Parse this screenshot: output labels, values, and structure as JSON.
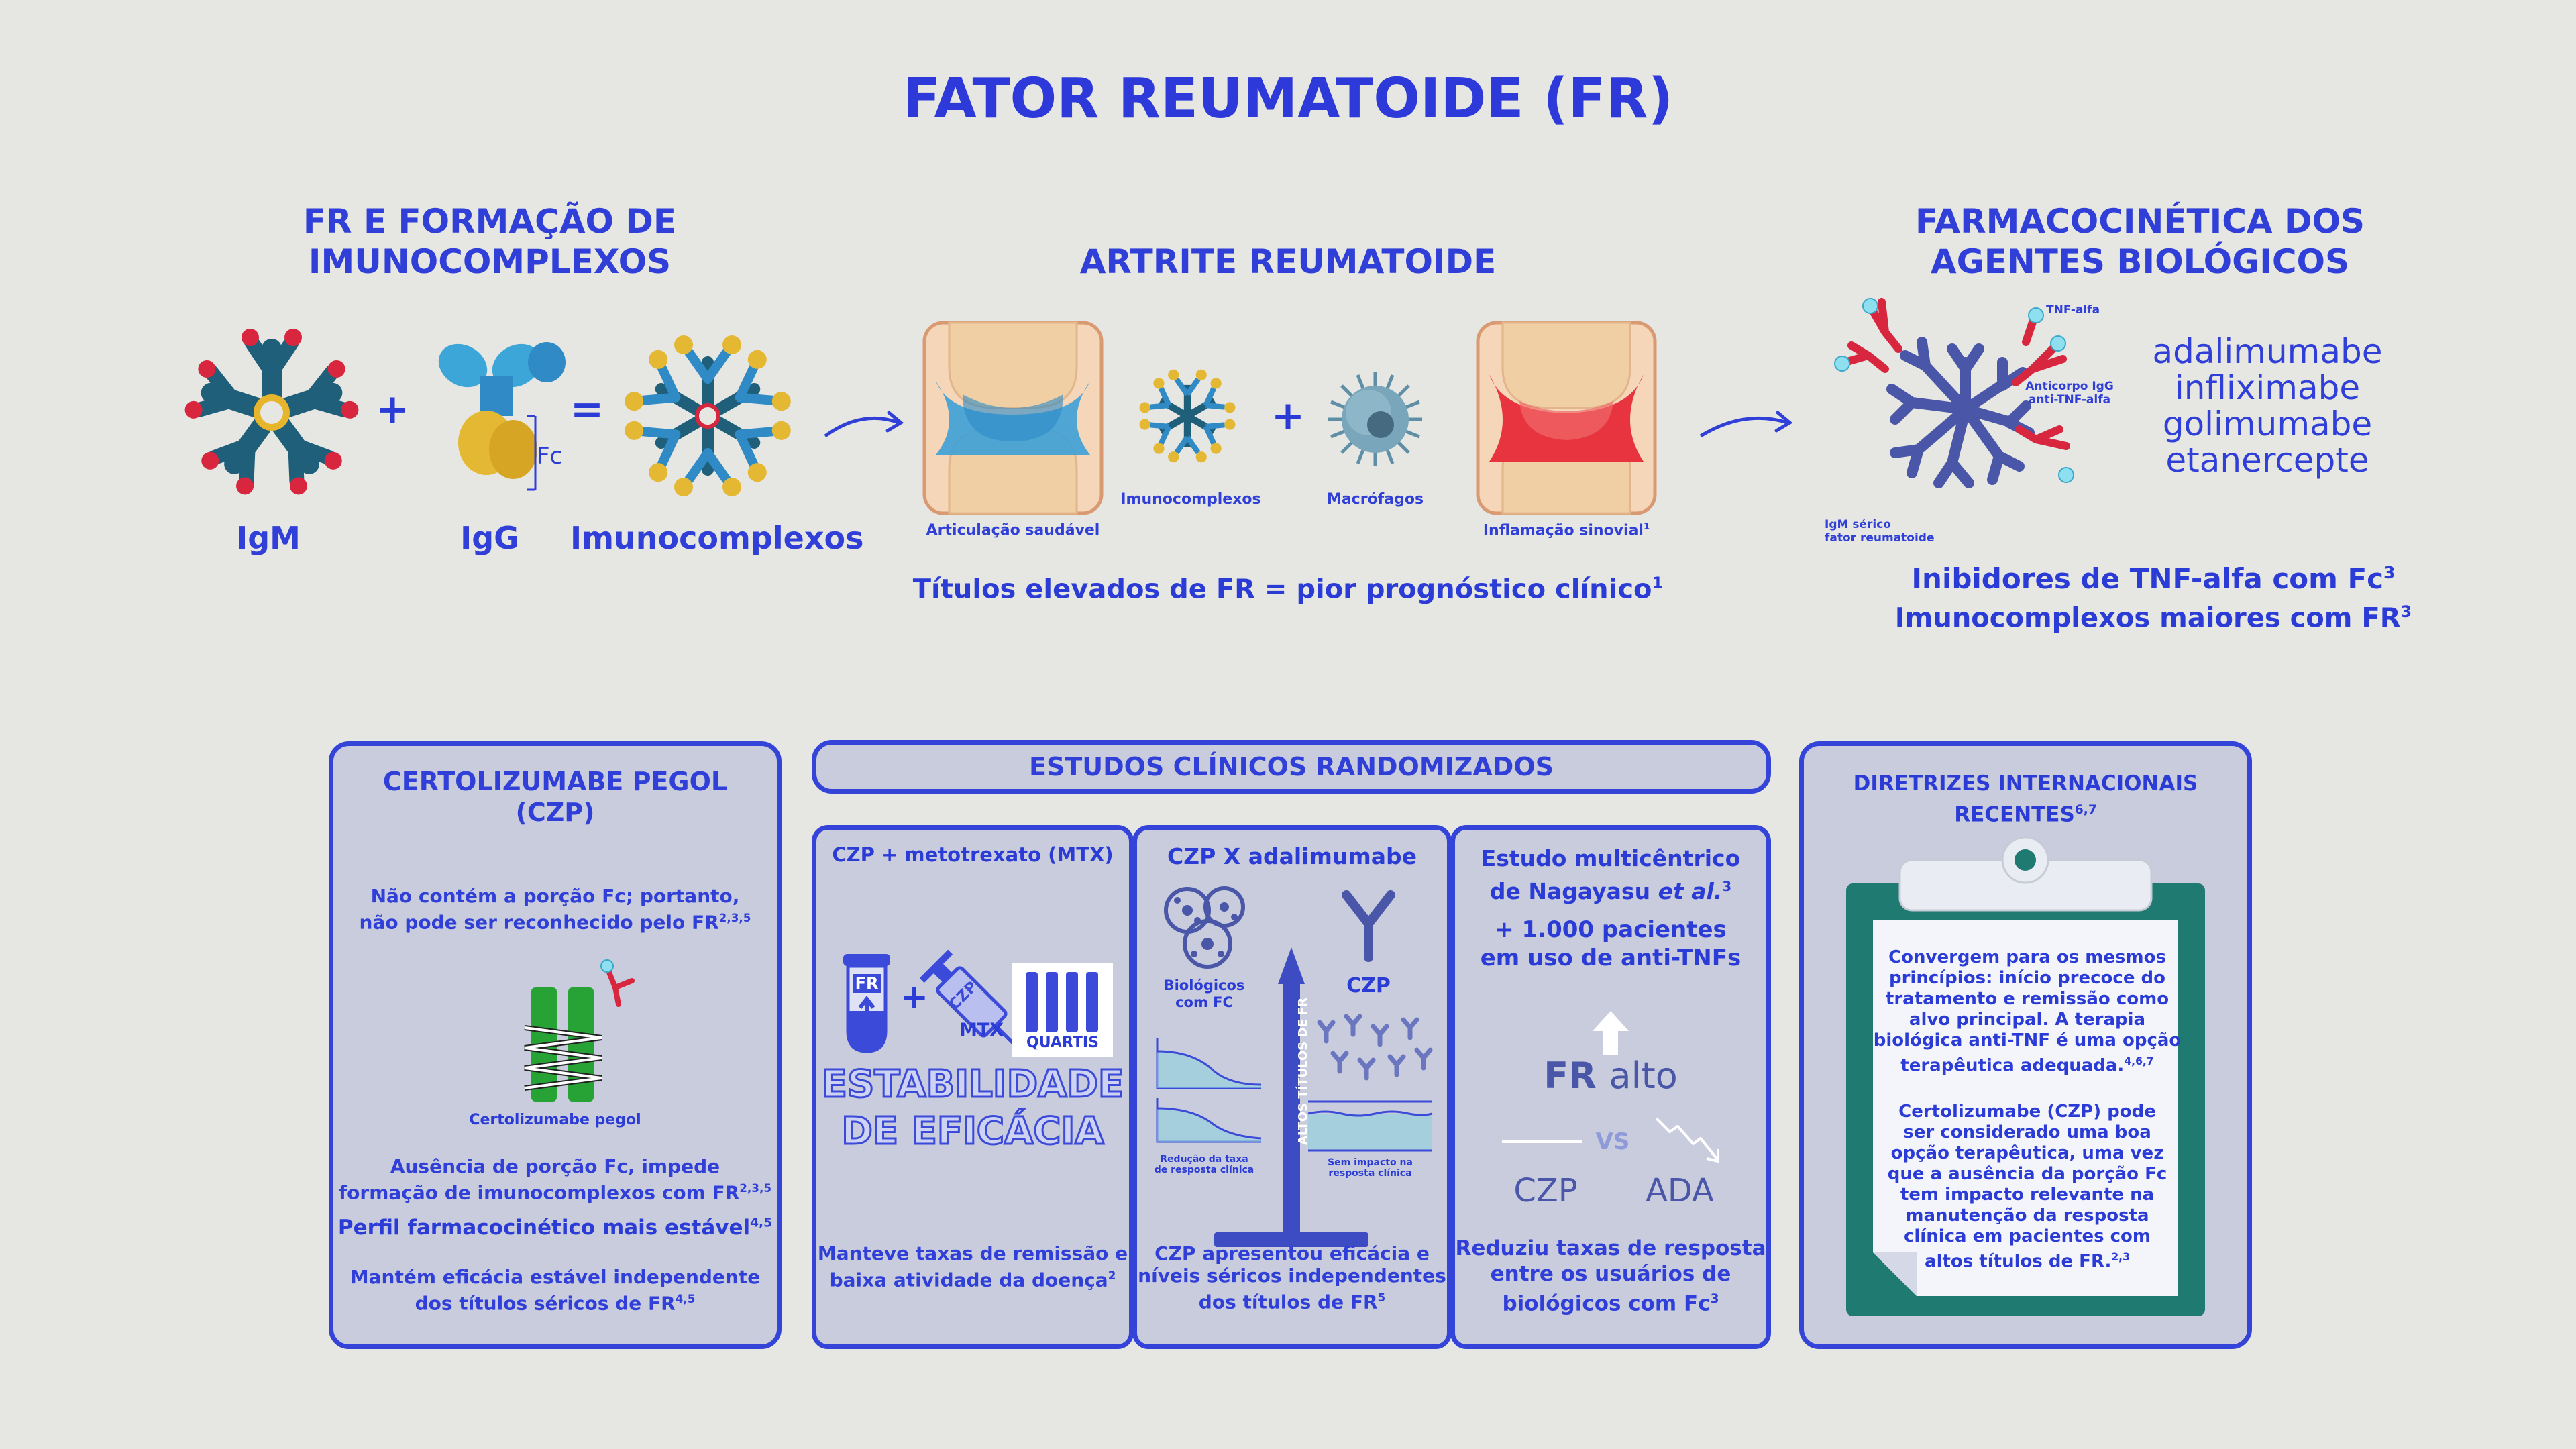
{
  "title": "FATOR REUMATOIDE (FR)",
  "colors": {
    "primary": "#2f3fd8",
    "panel_bg": "#c9ccdc",
    "background": "#e6e6e2",
    "clipboard": "#1f7a72",
    "inflammation": "#e8343f",
    "healthy": "#3da0d6"
  },
  "top": {
    "left": {
      "title_line1": "FR E FORMAÇÃO DE",
      "title_line2": "IMUNOCOMPLEXOS",
      "labels": {
        "igm": "IgM",
        "igg": "IgG",
        "immunocomplexes": "Imunocomplexos",
        "fc": "Fc"
      },
      "operators": {
        "plus": "+",
        "equals": "="
      }
    },
    "middle": {
      "title": "ARTRITE REUMATOIDE",
      "labels": {
        "healthy_joint": "Articulação saudável",
        "immunocomplexes": "Imunocomplexos",
        "macrophages": "Macrófagos",
        "inflammation": "Inflamação sinovial",
        "inflammation_ref": "1"
      },
      "plus": "+",
      "statement": "Títulos elevados de FR = pior prognóstico clínico",
      "statement_ref": "1"
    },
    "right": {
      "title_line1": "FARMACOCINÉTICA DOS",
      "title_line2": "AGENTES BIOLÓGICOS",
      "labels": {
        "tnf": "TNF-alfa",
        "antibody_line1": "Anticorpo IgG",
        "antibody_line2": "anti-TNF-alfa",
        "igm_line1": "IgM sérico",
        "igm_line2": "fator reumatoide"
      },
      "drugs": [
        "adalimumabe",
        "infliximabe",
        "golimumabe",
        "etanercepte"
      ],
      "statement1": "Inibidores de TNF-alfa com Fc",
      "statement1_ref": "3",
      "statement2": "Imunocomplexos maiores com FR",
      "statement2_ref": "3"
    }
  },
  "czp_panel": {
    "title_line1": "CERTOLIZUMABE PEGOL",
    "title_line2": "(CZP)",
    "text1_line1": "Não contém a porção Fc; portanto,",
    "text1_line2": "não pode ser reconhecido pelo FR",
    "text1_ref": "2,3,5",
    "molecule_label": "Certolizumabe pegol",
    "text2_line1": "Ausência de porção Fc, impede",
    "text2_line2": "formação de imunocomplexos com FR",
    "text2_ref": "2,3,5",
    "text3": "Perfil farmacocinético mais estável",
    "text3_ref": "4,5",
    "text4_line1": "Mantém eficácia estável independente",
    "text4_line2": "dos títulos séricos de FR",
    "text4_ref": "4,5"
  },
  "studies": {
    "header": "ESTUDOS CLÍNICOS RANDOMIZADOS",
    "study1": {
      "title": "CZP + metotrexato (MTX)",
      "icons": {
        "fr": "FR",
        "czp": "CZP",
        "mtx": "MTX",
        "quartis": "QUARTIS",
        "plus": "+"
      },
      "big_line1": "ESTABILIDADE",
      "big_line2": "DE EFICÁCIA",
      "result_line1": "Manteve taxas de remissão e",
      "result_line2": "baixa atividade da doença",
      "result_ref": "2"
    },
    "study2": {
      "title": "CZP X adalimumabe",
      "labels": {
        "biologics_line1": "Biológicos",
        "biologics_line2": "com FC",
        "czp": "CZP",
        "axis": "ALTOS TÍTULOS DE FR",
        "reduction_line1": "Redução da taxa",
        "reduction_line2": "de resposta clínica",
        "noimpact_line1": "Sem impacto na",
        "noimpact_line2": "resposta clínica"
      },
      "result_line1": "CZP apresentou eficácia e",
      "result_line2": "níveis séricos independentes",
      "result_line3": "dos títulos de FR",
      "result_ref": "5"
    },
    "study3": {
      "title_line1": "Estudo multicêntrico",
      "title_line2a": "de Nagayasu ",
      "title_line2b": "et al.",
      "title_ref": "3",
      "patients_line1": "+ 1.000 pacientes",
      "patients_line2": "em uso de anti-TNFs",
      "fr_label": "FR",
      "alto_label": "alto",
      "vs": "VS",
      "czp": "CZP",
      "ada": "ADA",
      "result_line1": "Reduziu taxas de resposta",
      "result_line2": "entre os usuários de",
      "result_line3": "biológicos com Fc",
      "result_ref": "3"
    }
  },
  "guidelines": {
    "title_line1": "DIRETRIZES INTERNACIONAIS",
    "title_line2": "RECENTES",
    "title_ref": "6,7",
    "para1_lines": [
      "Convergem para os mesmos",
      "princípios: início precoce do",
      "tratamento e remissão como",
      "alvo principal. A terapia",
      "biológica anti-TNF é uma opção",
      "terapêutica adequada."
    ],
    "para1_ref": "4,6,7",
    "para2_lines": [
      "Certolizumabe (CZP) pode",
      "ser considerado uma boa",
      "opção terapêutica, uma vez",
      "que a ausência da porção Fc",
      "tem impacto relevante na",
      "manutenção da resposta",
      "clínica em pacientes com",
      "altos títulos de FR."
    ],
    "para2_ref": "2,3"
  }
}
